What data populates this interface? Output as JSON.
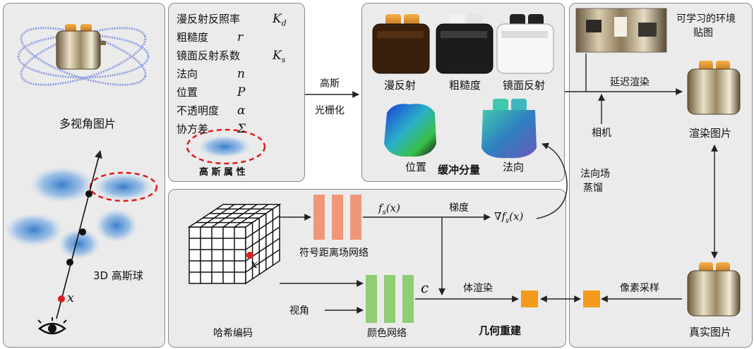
{
  "left_panel": {
    "multiview_label": "多视角图片",
    "gaussian_label": "3D 高斯球",
    "point_label": "x"
  },
  "attributes_panel": {
    "items": [
      {
        "name": "漫反射反照率",
        "symbol": "K_d"
      },
      {
        "name": "粗糙度",
        "symbol": "r"
      },
      {
        "name": "镜面反射系数",
        "symbol": "K_s"
      },
      {
        "name": "法向",
        "symbol": "n"
      },
      {
        "name": "位置",
        "symbol": "P"
      },
      {
        "name": "不透明度",
        "symbol": "α"
      },
      {
        "name": "协方差",
        "symbol": "Σ"
      }
    ],
    "title": "高 斯 属 性"
  },
  "rasterize": {
    "line1": "高斯",
    "line2": "光栅化"
  },
  "buffer_panel": {
    "diffuse": "漫反射",
    "roughness": "粗糙度",
    "specular": "镜面反射",
    "position": "位置",
    "normal": "法向",
    "title": "缓冲分量"
  },
  "right_panel": {
    "envmap_line1": "可学习的环境",
    "envmap_line2": "贴图",
    "deferred": "延迟渲染",
    "camera": "相机",
    "rendered": "渲染图片",
    "pixel_sampling": "像素采样",
    "real": "真实图片"
  },
  "normal_distill": {
    "line1": "法向场",
    "line2": "蒸馏"
  },
  "bottom_panel": {
    "sdf_net": "符号距离场网络",
    "sdf_output": "f_s(x)",
    "gradient": "梯度",
    "gradient_output": "∇f_s(x)",
    "color_output": "c",
    "view_dir": "视角",
    "hash_encoding": "哈希编码",
    "color_net": "颜色网络",
    "volume_render": "体渲染",
    "title": "几何重建",
    "grid_point": "x"
  },
  "colors": {
    "panel_bg": "#ebebeb",
    "gaussian_blue": "#2f78c8",
    "dashed_red": "#e01c1c",
    "sdf_net": "#f0977a",
    "color_net": "#8fce75",
    "orange_box": "#f49a1c",
    "ring": "#8f9ee0"
  }
}
